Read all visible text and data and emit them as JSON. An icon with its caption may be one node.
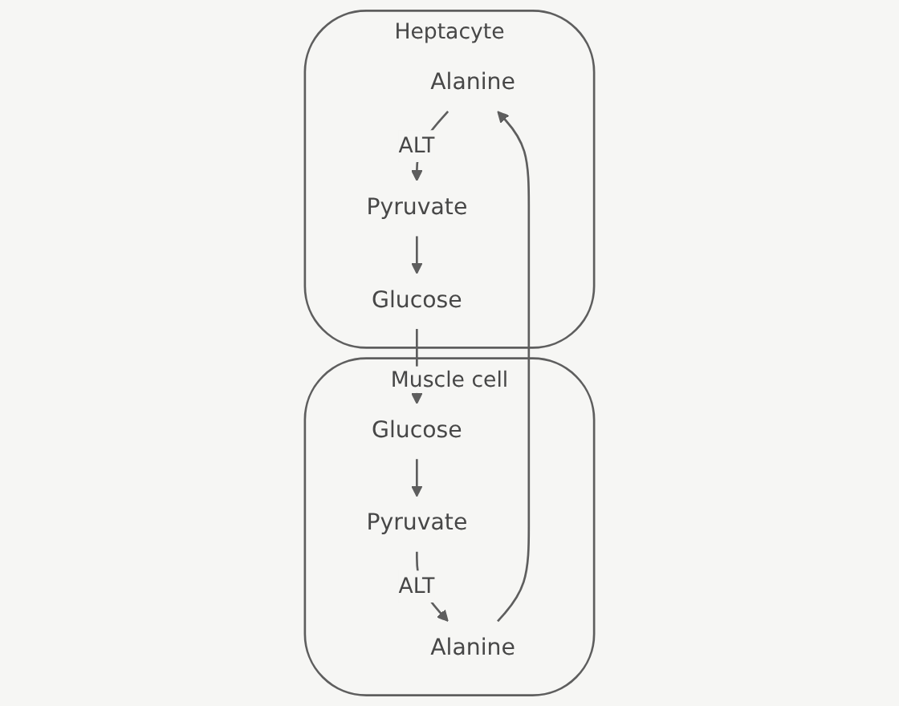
{
  "diagram": {
    "nodes": [
      {
        "text": [
          "Heptacyte"
        ]
      },
      {
        "text": [
          "Glucose"
        ],
        "in": 0
      },
      {
        "text": [
          "Pyruvate"
        ],
        "in": 0
      },
      {
        "text": [
          "Alanine"
        ],
        "in": 0
      },
      {
        "text": [
          "Muscle cell"
        ]
      },
      {
        "text": [
          "Glucose"
        ],
        "in": 4
      },
      {
        "text": [
          "Pyruvate"
        ],
        "in": 4
      },
      {
        "text": [
          "Alanine"
        ],
        "in": 4
      }
    ],
    "edges": [
      {
        "from": 2,
        "to": 1,
        "arrow": "to"
      },
      {
        "from": 3,
        "to": 2,
        "arrow": "to",
        "label": "ALT"
      },
      {
        "from": 1,
        "to": 5,
        "arrow": "to"
      },
      {
        "from": 5,
        "to": 6,
        "arrow": "to"
      },
      {
        "from": 6,
        "to": 7,
        "arrow": "to",
        "label": "ALT"
      },
      {
        "from": 7,
        "to": 3,
        "arrow": "to"
      }
    ]
  }
}
